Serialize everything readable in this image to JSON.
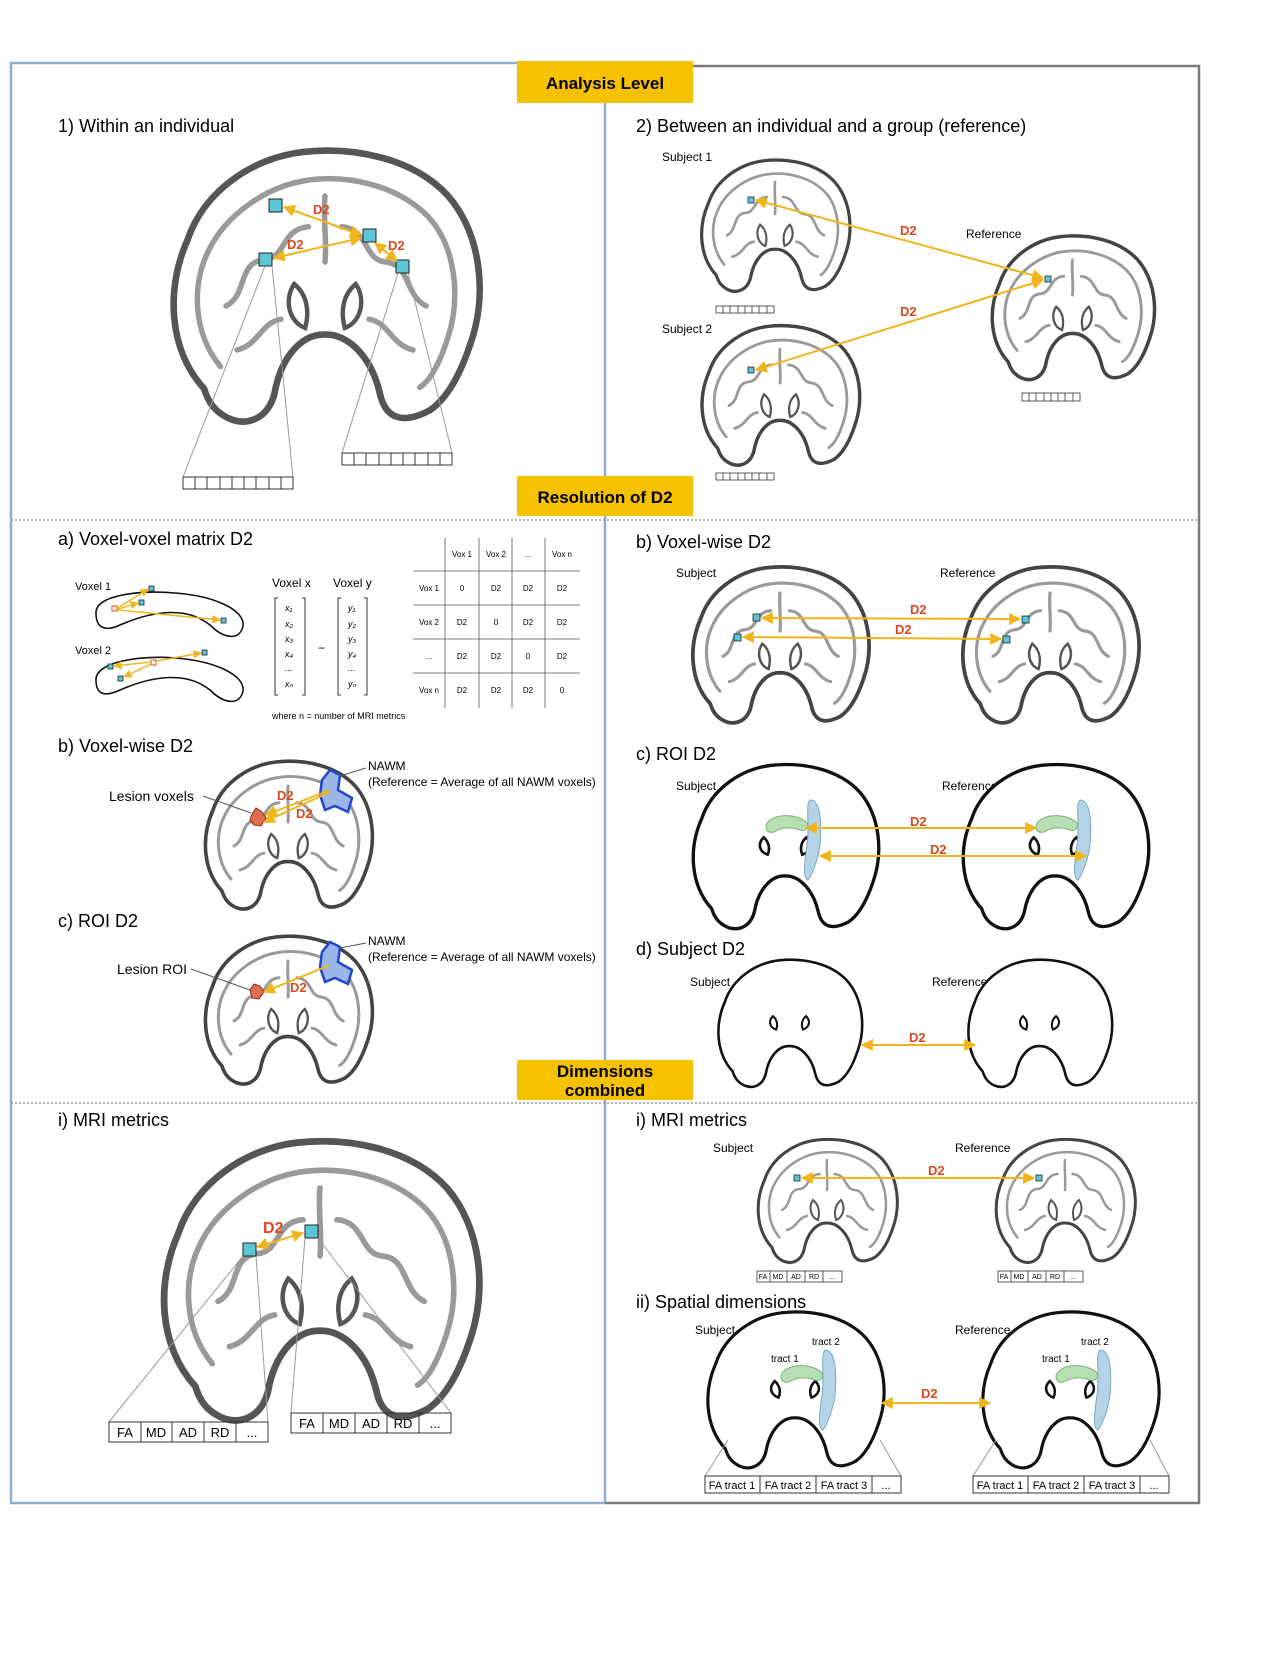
{
  "banners": {
    "analysis_level": "Analysis Level",
    "resolution": "Resolution of D2",
    "dimensions_1": "Dimensions",
    "dimensions_2": "combined"
  },
  "d2": "D2",
  "top_left": {
    "title": "1)   Within an individual"
  },
  "top_right": {
    "title": "2)   Between an individual and a group (reference)",
    "subject1": "Subject 1",
    "subject2": "Subject 2",
    "reference": "Reference"
  },
  "mid_left": {
    "a_title": "a)  Voxel-voxel matrix D2",
    "voxel1": "Voxel 1",
    "voxel2": "Voxel 2",
    "voxel_x": "Voxel x",
    "voxel_y": "Voxel y",
    "x_entries": [
      "x₁",
      "x₂",
      "x₃",
      "x₄",
      "...",
      "xₙ"
    ],
    "y_entries": [
      "y₁",
      "y₂",
      "y₃",
      "y₄",
      "...",
      "yₙ"
    ],
    "minus": "−",
    "where_note": "where n = number of MRI metrics",
    "matrix": {
      "col_headers": [
        "Vox 1",
        "Vox 2",
        "...",
        "Vox n"
      ],
      "row_headers": [
        "Vox 1",
        "Vox 2",
        "...",
        "Vox n"
      ],
      "cells": [
        [
          "0",
          "D2",
          "D2",
          "D2"
        ],
        [
          "D2",
          "0",
          "D2",
          "D2"
        ],
        [
          "D2",
          "D2",
          "0",
          "D2"
        ],
        [
          "D2",
          "D2",
          "D2",
          "0"
        ]
      ]
    },
    "b_title": "b)  Voxel-wise D2",
    "lesion_voxels": "Lesion voxels",
    "nawm": "NAWM",
    "nawm_ref": "(Reference = Average of all NAWM voxels)",
    "c_title": "c)  ROI D2",
    "lesion_roi": "Lesion ROI"
  },
  "mid_right": {
    "b_title": "b)  Voxel-wise D2",
    "c_title": "c)  ROI D2",
    "d_title": "d)  Subject D2",
    "subject": "Subject",
    "reference": "Reference"
  },
  "bottom_left": {
    "title": "i)   MRI metrics",
    "metrics": [
      "FA",
      "MD",
      "AD",
      "RD",
      "..."
    ]
  },
  "bottom_right": {
    "i_title": "i)   MRI metrics",
    "ii_title": "ii)   Spatial dimensions",
    "subject": "Subject",
    "reference": "Reference",
    "metrics": [
      "FA",
      "MD",
      "AD",
      "RD",
      "..."
    ],
    "tract1": "tract 1",
    "tract2": "tract 2",
    "tract_metrics": [
      "FA tract 1",
      "FA tract 2",
      "FA tract 3",
      "..."
    ]
  },
  "colors": {
    "banner": "#f6c200",
    "d2_text": "#d9481f",
    "arrow": "#f0b41c",
    "voxel": "#5cc6d4",
    "left_border": "#8fadd0",
    "right_border": "#7a7a7a",
    "lesion": "#e06d4f",
    "nawm_fill": "#9bb6e8",
    "nawm_stroke": "#2048c8",
    "tract_green": "#b6dfb4",
    "tract_blue": "#b3d3e6"
  }
}
